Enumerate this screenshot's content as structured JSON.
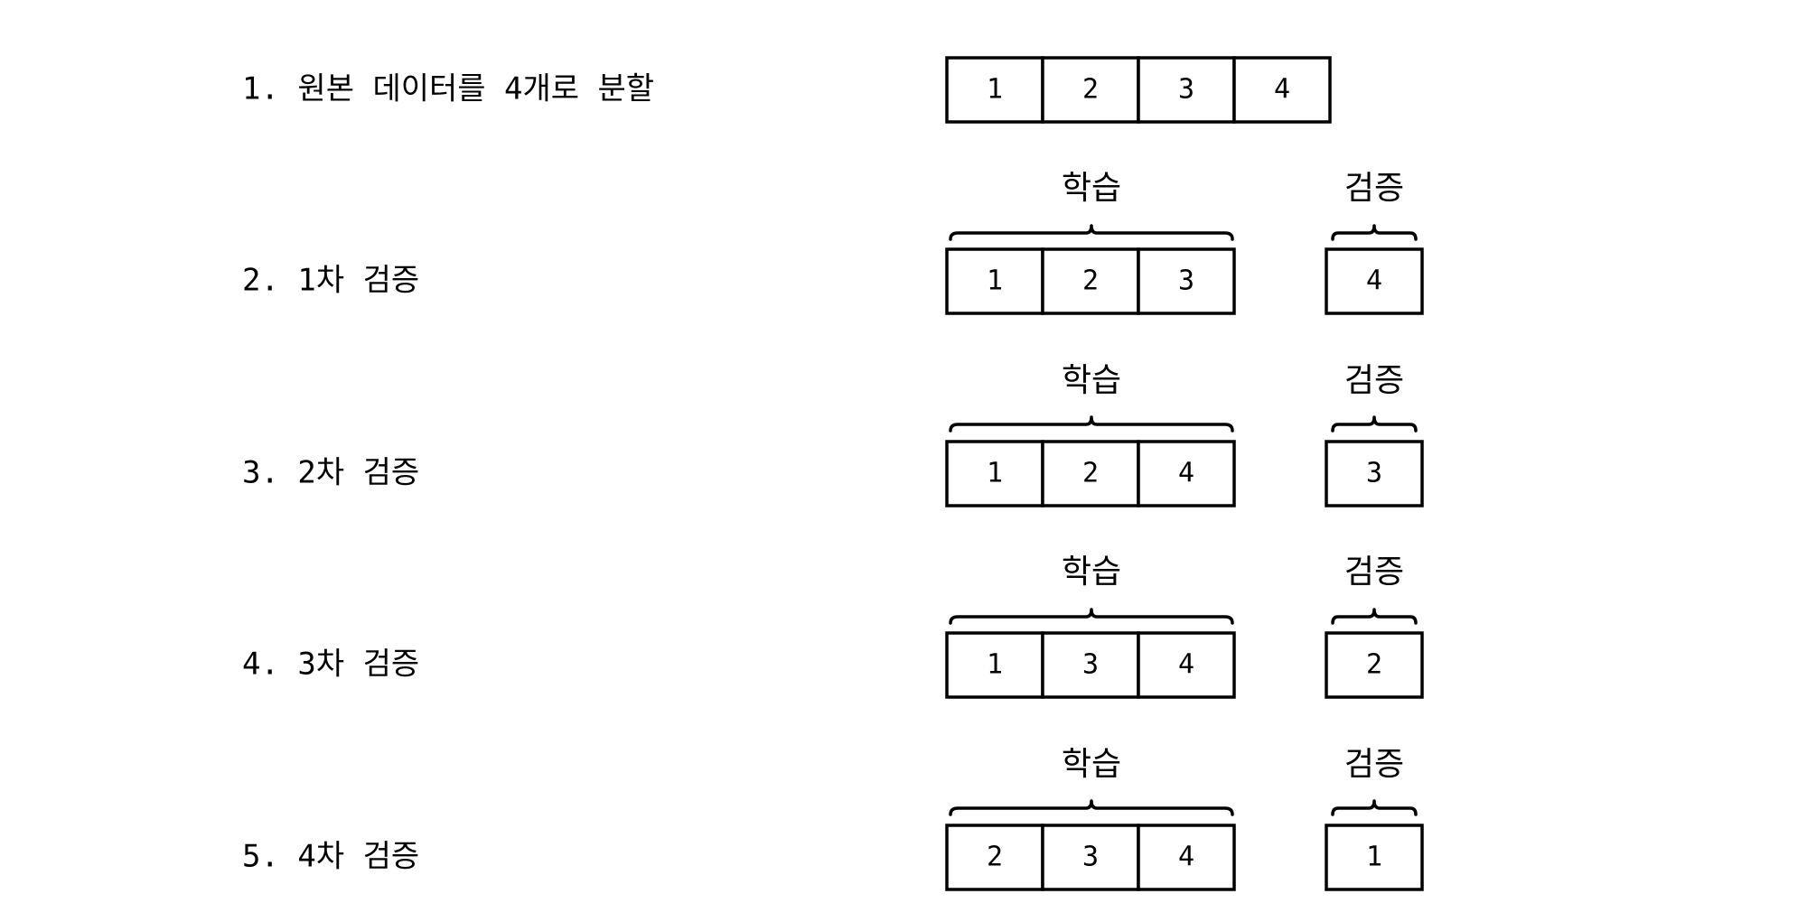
{
  "steps": [
    {
      "label": "1. 원본 데이터를 4개로 분할",
      "cells": [
        "1",
        "2",
        "3",
        "4"
      ]
    },
    {
      "label": "2. 1차 검증",
      "train_label": "학습",
      "train": [
        "1",
        "2",
        "3"
      ],
      "val_label": "검증",
      "val": [
        "4"
      ]
    },
    {
      "label": "3. 2차 검증",
      "train_label": "학습",
      "train": [
        "1",
        "2",
        "4"
      ],
      "val_label": "검증",
      "val": [
        "3"
      ]
    },
    {
      "label": "4. 3차 검증",
      "train_label": "학습",
      "train": [
        "1",
        "3",
        "4"
      ],
      "val_label": "검증",
      "val": [
        "2"
      ]
    },
    {
      "label": "5. 4차 검증",
      "train_label": "학습",
      "train": [
        "2",
        "3",
        "4"
      ],
      "val_label": "검증",
      "val": [
        "1"
      ]
    }
  ]
}
